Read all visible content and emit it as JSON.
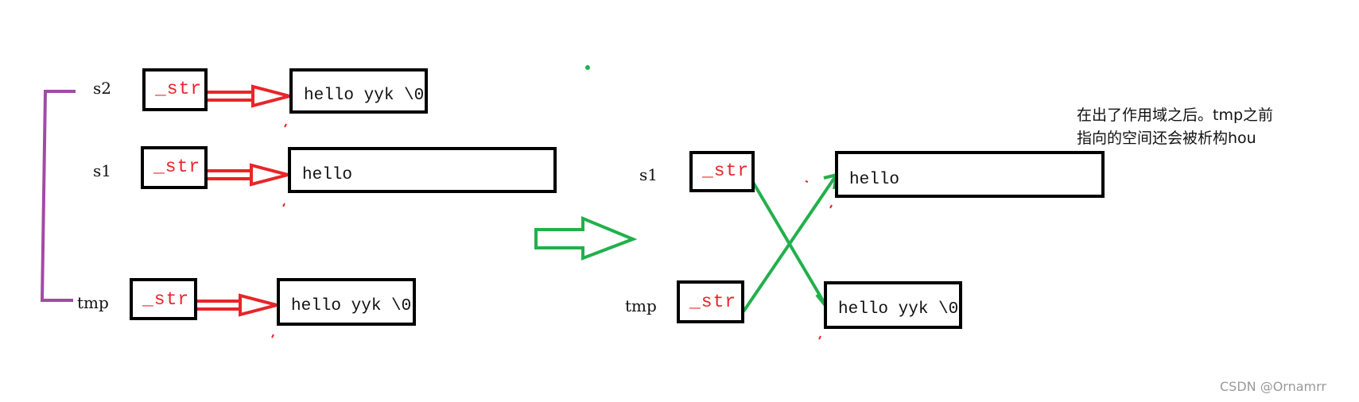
{
  "left": {
    "s2": {
      "label": "s2",
      "ptr": "_str",
      "value": "hello yyk \\0"
    },
    "s1": {
      "label": "s1",
      "ptr": "_str",
      "value": "hello"
    },
    "tmp": {
      "label": "tmp",
      "ptr": "_str",
      "value": "hello yyk \\0"
    }
  },
  "right": {
    "s1": {
      "label": "s1",
      "ptr": "_str",
      "value": "hello"
    },
    "tmp": {
      "label": "tmp",
      "ptr": "_str",
      "value": "hello yyk \\0"
    }
  },
  "note": {
    "line1": "在出了作用域之后。tmp之前",
    "line2": "指向的空间还会被析构hou"
  },
  "watermark": "CSDN @Ornamrr",
  "colors": {
    "pointer_arrow": "#e8252a",
    "swap_arrow": "#22b04b",
    "bracket": "#a24aa8",
    "box_border": "#000000"
  }
}
